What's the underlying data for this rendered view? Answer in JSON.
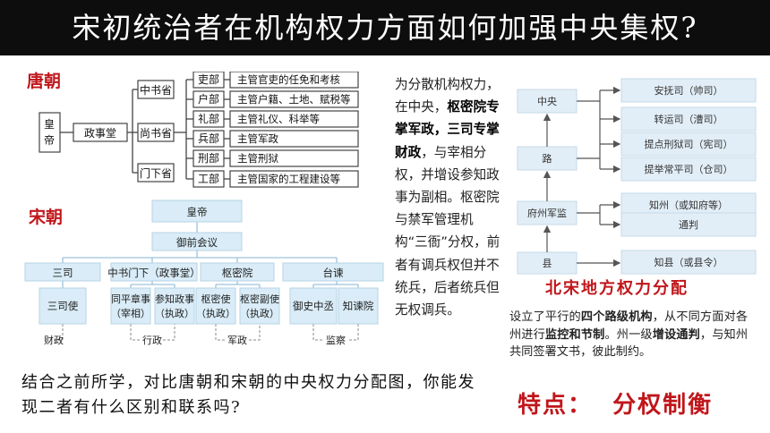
{
  "title": "宋初统治者在机构权力方面如何加强中央集权?",
  "tang": {
    "label": "唐朝",
    "emperor": "皇帝",
    "council": "政事堂",
    "departments": [
      "中书省",
      "尚书省",
      "门下省"
    ],
    "ministries": [
      {
        "name": "吏部",
        "duty": "主管官吏的任免和考核"
      },
      {
        "name": "户部",
        "duty": "主管户籍、土地、赋税等"
      },
      {
        "name": "礼部",
        "duty": "主管礼仪、科举等"
      },
      {
        "name": "兵部",
        "duty": "主管军政"
      },
      {
        "name": "刑部",
        "duty": "主管刑狱"
      },
      {
        "name": "工部",
        "duty": "主管国家的工程建设等"
      }
    ]
  },
  "song": {
    "label": "宋朝",
    "emperor": "皇帝",
    "council": "御前会议",
    "branches": [
      {
        "name": "三司",
        "subs": [
          "三司使"
        ],
        "domain": "财政"
      },
      {
        "name": "中书门下（政事堂）",
        "subs": [
          "同平章事\n（宰相）",
          "参知政事\n（执政）"
        ],
        "domain": "行政"
      },
      {
        "name": "枢密院",
        "subs": [
          "枢密使\n（执政）",
          "枢密副使\n（执政）"
        ],
        "domain": "军政"
      },
      {
        "name": "台谏",
        "subs": [
          "御史中丞",
          "知谏院"
        ],
        "domain": "监察"
      }
    ]
  },
  "middle_text": {
    "plain1": "为分散机构权力，在中央，",
    "bold1": "枢密院专掌军政，三司专掌财政",
    "plain2": "，与宰相分权，并增设参知政事为副相。枢密院与禁军管理机构“三衙”分权，前者有调兵权但并不统兵，后者统兵但无权调兵。"
  },
  "local": {
    "levels": [
      "中央",
      "路",
      "府州军监",
      "县"
    ],
    "offices": [
      "安抚司（帅司）",
      "转运司（漕司）",
      "提点刑狱司（宪司）",
      "提举常平司（仓司）",
      "知州（或知府等）",
      "通判",
      "知县（或县令）"
    ],
    "caption": "北宋地方权力分配",
    "desc_p1": "设立了平行的",
    "desc_b1": "四个路级机构",
    "desc_p2": "，从不同方面对各州进行",
    "desc_b2": "监控和节制",
    "desc_p3": "。州一级",
    "desc_b3": "增设通判",
    "desc_p4": "，与知州共同签署文书，彼此制约。"
  },
  "question": "结合之前所学，对比唐朝和宋朝的中央权力分配图，你能发现二者有什么区别和联系吗?",
  "feature": "特点：  分权制衡",
  "colors": {
    "accent_red": "#c0161b",
    "song_box": "#d9ecf7",
    "local_box": "#e2eef7"
  }
}
